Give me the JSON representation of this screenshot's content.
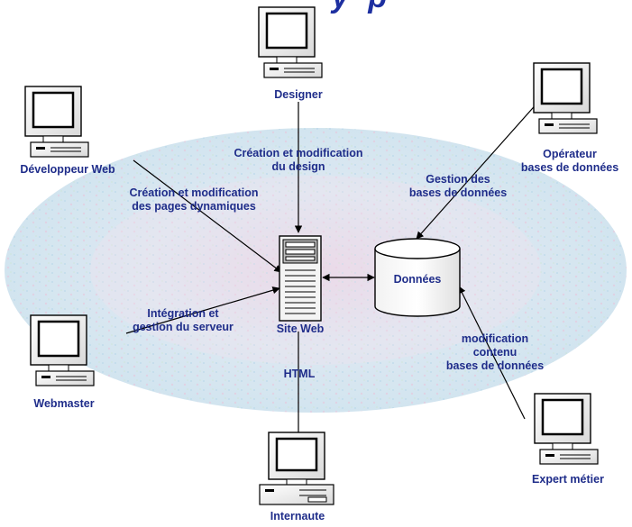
{
  "colors": {
    "label": "#1f2d8a",
    "line": "#000000",
    "title": "#1d2fa0",
    "background_blob": "#cfe3f2"
  },
  "title_fragment": "y p",
  "actors": {
    "designer": "Designer",
    "developer": "Développeur Web",
    "operator": [
      "Opérateur",
      "bases de données"
    ],
    "webmaster": "Webmaster",
    "expert": "Expert métier",
    "user": "Internaute"
  },
  "center": {
    "server": "Site Web",
    "database": "Données"
  },
  "edges": {
    "design": [
      "Création et modification",
      "du design"
    ],
    "dynamic_pages": [
      "Création et modification",
      "des pages dynamiques"
    ],
    "db_management": [
      "Gestion des",
      "bases de données"
    ],
    "server_management": [
      "Intégration et",
      "gestion du serveur"
    ],
    "db_content": [
      "modification",
      "contenu",
      "bases de données"
    ],
    "html": "HTML"
  }
}
